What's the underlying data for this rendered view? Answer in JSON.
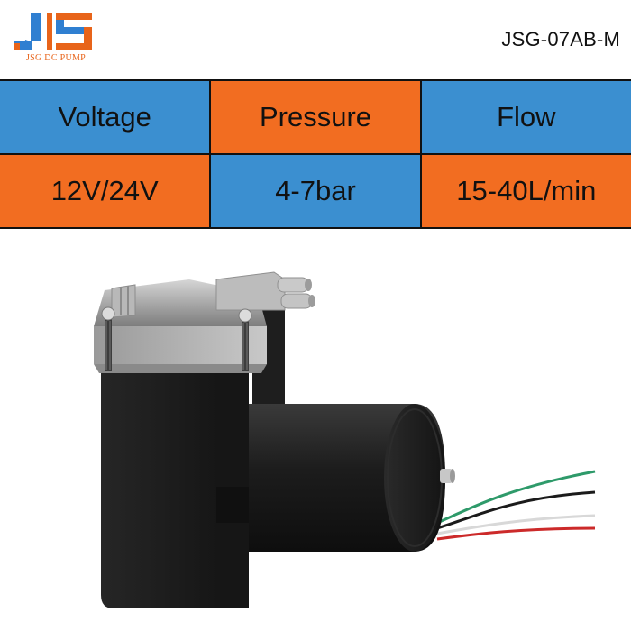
{
  "brand": {
    "logo_text": "JSG DC PUMP",
    "colors": {
      "orange": "#e8641a",
      "blue": "#2f7fd1"
    }
  },
  "header": {
    "model": "JSG-07AB-M"
  },
  "specs": {
    "headers": [
      "Voltage",
      "Pressure",
      "Flow"
    ],
    "values": [
      "12V/24V",
      "4-7bar",
      "15-40L/min"
    ],
    "colors": {
      "blue": "#3b8fd0",
      "orange": "#f26d21"
    }
  },
  "product": {
    "icon": "diaphragm-pump-image"
  }
}
